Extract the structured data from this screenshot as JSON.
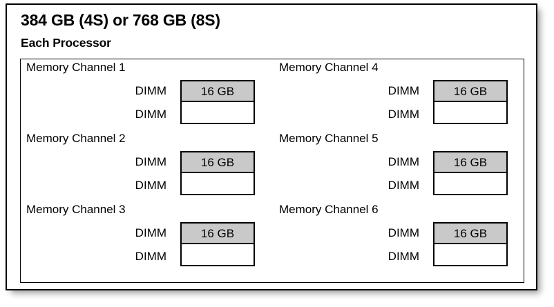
{
  "card": {
    "title": "384 GB (4S) or 768 GB (8S)",
    "subtitle": "Each Processor"
  },
  "colors": {
    "frame": "#000000",
    "filled_slot_fill": "#c9c9c9",
    "empty_slot_fill": "#ffffff",
    "background": "#ffffff"
  },
  "columns": [
    {
      "channels": [
        {
          "title": "Memory Channel 1",
          "slots": [
            {
              "label": "DIMM",
              "capacity": "16 GB",
              "populated": true
            },
            {
              "label": "DIMM",
              "capacity": "",
              "populated": false
            }
          ]
        },
        {
          "title": "Memory Channel 2",
          "slots": [
            {
              "label": "DIMM",
              "capacity": "16 GB",
              "populated": true
            },
            {
              "label": "DIMM",
              "capacity": "",
              "populated": false
            }
          ]
        },
        {
          "title": "Memory Channel 3",
          "slots": [
            {
              "label": "DIMM",
              "capacity": "16 GB",
              "populated": true
            },
            {
              "label": "DIMM",
              "capacity": "",
              "populated": false
            }
          ]
        }
      ]
    },
    {
      "channels": [
        {
          "title": "Memory Channel 4",
          "slots": [
            {
              "label": "DIMM",
              "capacity": "16 GB",
              "populated": true
            },
            {
              "label": "DIMM",
              "capacity": "",
              "populated": false
            }
          ]
        },
        {
          "title": "Memory Channel 5",
          "slots": [
            {
              "label": "DIMM",
              "capacity": "16 GB",
              "populated": true
            },
            {
              "label": "DIMM",
              "capacity": "",
              "populated": false
            }
          ]
        },
        {
          "title": "Memory Channel 6",
          "slots": [
            {
              "label": "DIMM",
              "capacity": "16 GB",
              "populated": true
            },
            {
              "label": "DIMM",
              "capacity": "",
              "populated": false
            }
          ]
        }
      ]
    }
  ]
}
